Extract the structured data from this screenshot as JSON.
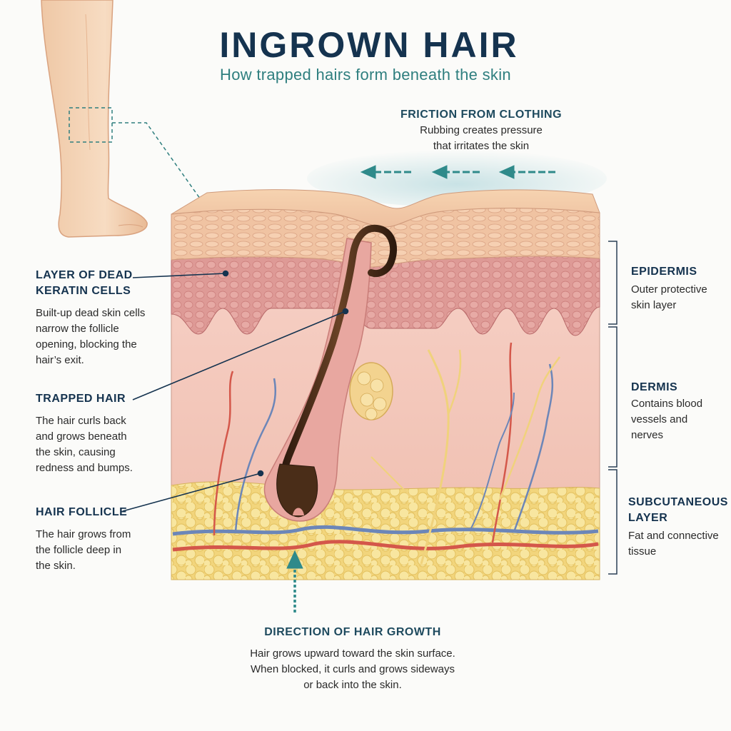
{
  "title": "INGROWN HAIR",
  "subtitle": "How trapped hairs form beneath the skin",
  "friction": {
    "heading": "FRICTION FROM CLOTHING",
    "desc_lines": [
      "Rubbing creates pressure",
      "that irritates the skin"
    ]
  },
  "left_labels": {
    "keratin": {
      "heading_lines": [
        "LAYER OF DEAD",
        "KERATIN CELLS"
      ],
      "desc_lines": [
        "Built-up dead skin cells",
        "narrow the follicle",
        "opening, blocking the",
        "hair’s exit."
      ]
    },
    "trapped": {
      "heading_lines": [
        "TRAPPED HAIR"
      ],
      "desc_lines": [
        "The hair curls back",
        "and grows beneath",
        "the skin, causing",
        "redness and bumps."
      ]
    },
    "follicle": {
      "heading_lines": [
        "HAIR FOLLICLE"
      ],
      "desc_lines": [
        "The hair grows from",
        "the follicle deep in",
        "the skin."
      ]
    }
  },
  "right_labels": {
    "epidermis": {
      "heading_lines": [
        "EPIDERMIS"
      ],
      "desc_lines": [
        "Outer protective",
        "skin layer"
      ]
    },
    "dermis": {
      "heading_lines": [
        "DERMIS"
      ],
      "desc_lines": [
        "Contains blood",
        "vessels and",
        "nerves"
      ]
    },
    "subcutaneous": {
      "heading_lines": [
        "SUBCUTANEOUS",
        "LAYER"
      ],
      "desc_lines": [
        "Fat and connective",
        "tissue"
      ]
    }
  },
  "growth": {
    "heading": "DIRECTION OF HAIR GROWTH",
    "desc_lines": [
      "Hair grows upward toward the skin surface.",
      "When blocked, it curls and grows sideways",
      "or back into the skin."
    ]
  },
  "colors": {
    "accent_teal": "#2f7f7f",
    "navy": "#15334f",
    "skin_surface": "#f2c7a0",
    "epidermis_pink": "#d98c8c",
    "dermis_pink": "#f3c6bc",
    "fat_yellow": "#f3da84",
    "hair_brown": "#4a2d18",
    "artery_red": "#d4574a",
    "vein_blue": "#6c86b8",
    "nerve_yellow": "#f0d27c"
  }
}
